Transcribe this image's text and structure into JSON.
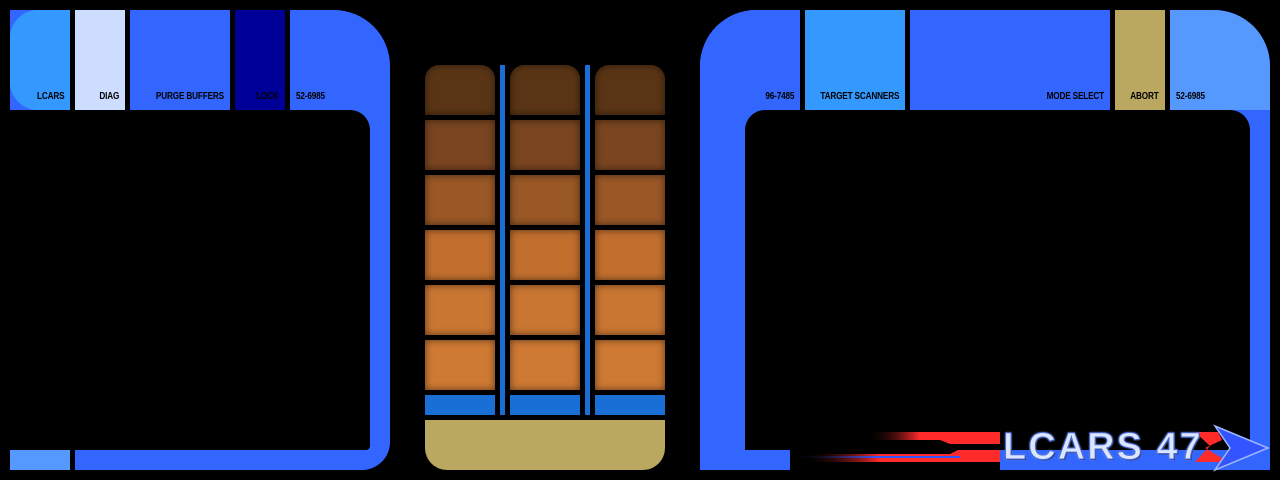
{
  "left_panel": {
    "buttons": [
      {
        "label": "LCARS",
        "color": "#3399ff"
      },
      {
        "label": "DIAG",
        "color": "#ccddff"
      },
      {
        "label": "PURGE BUFFERS",
        "color": "#3366ff"
      },
      {
        "label": "LOCK",
        "color": "#000099"
      },
      {
        "label": "52-6985",
        "color": "#3366ff"
      }
    ]
  },
  "center_panel": {
    "row_colors": [
      "#5a3515",
      "#7a4520",
      "#9a5826",
      "#c26f2e",
      "#c97632",
      "#cf7a34"
    ],
    "bottom_bar_color": "#bba860",
    "divider_color": "#1a6fd6"
  },
  "right_panel": {
    "buttons": [
      {
        "label": "96-7485",
        "color": "#3366ff"
      },
      {
        "label": "TARGET SCANNERS",
        "color": "#3399ff"
      },
      {
        "label": "MODE SELECT",
        "color": "#3366ff"
      },
      {
        "label": "ABORT",
        "color": "#bba860"
      },
      {
        "label": "52-6985",
        "color": "#5599ff"
      }
    ]
  },
  "logo": {
    "text": "LCARS 47"
  },
  "colors": {
    "frame": "#3366ff",
    "background": "#000000"
  }
}
